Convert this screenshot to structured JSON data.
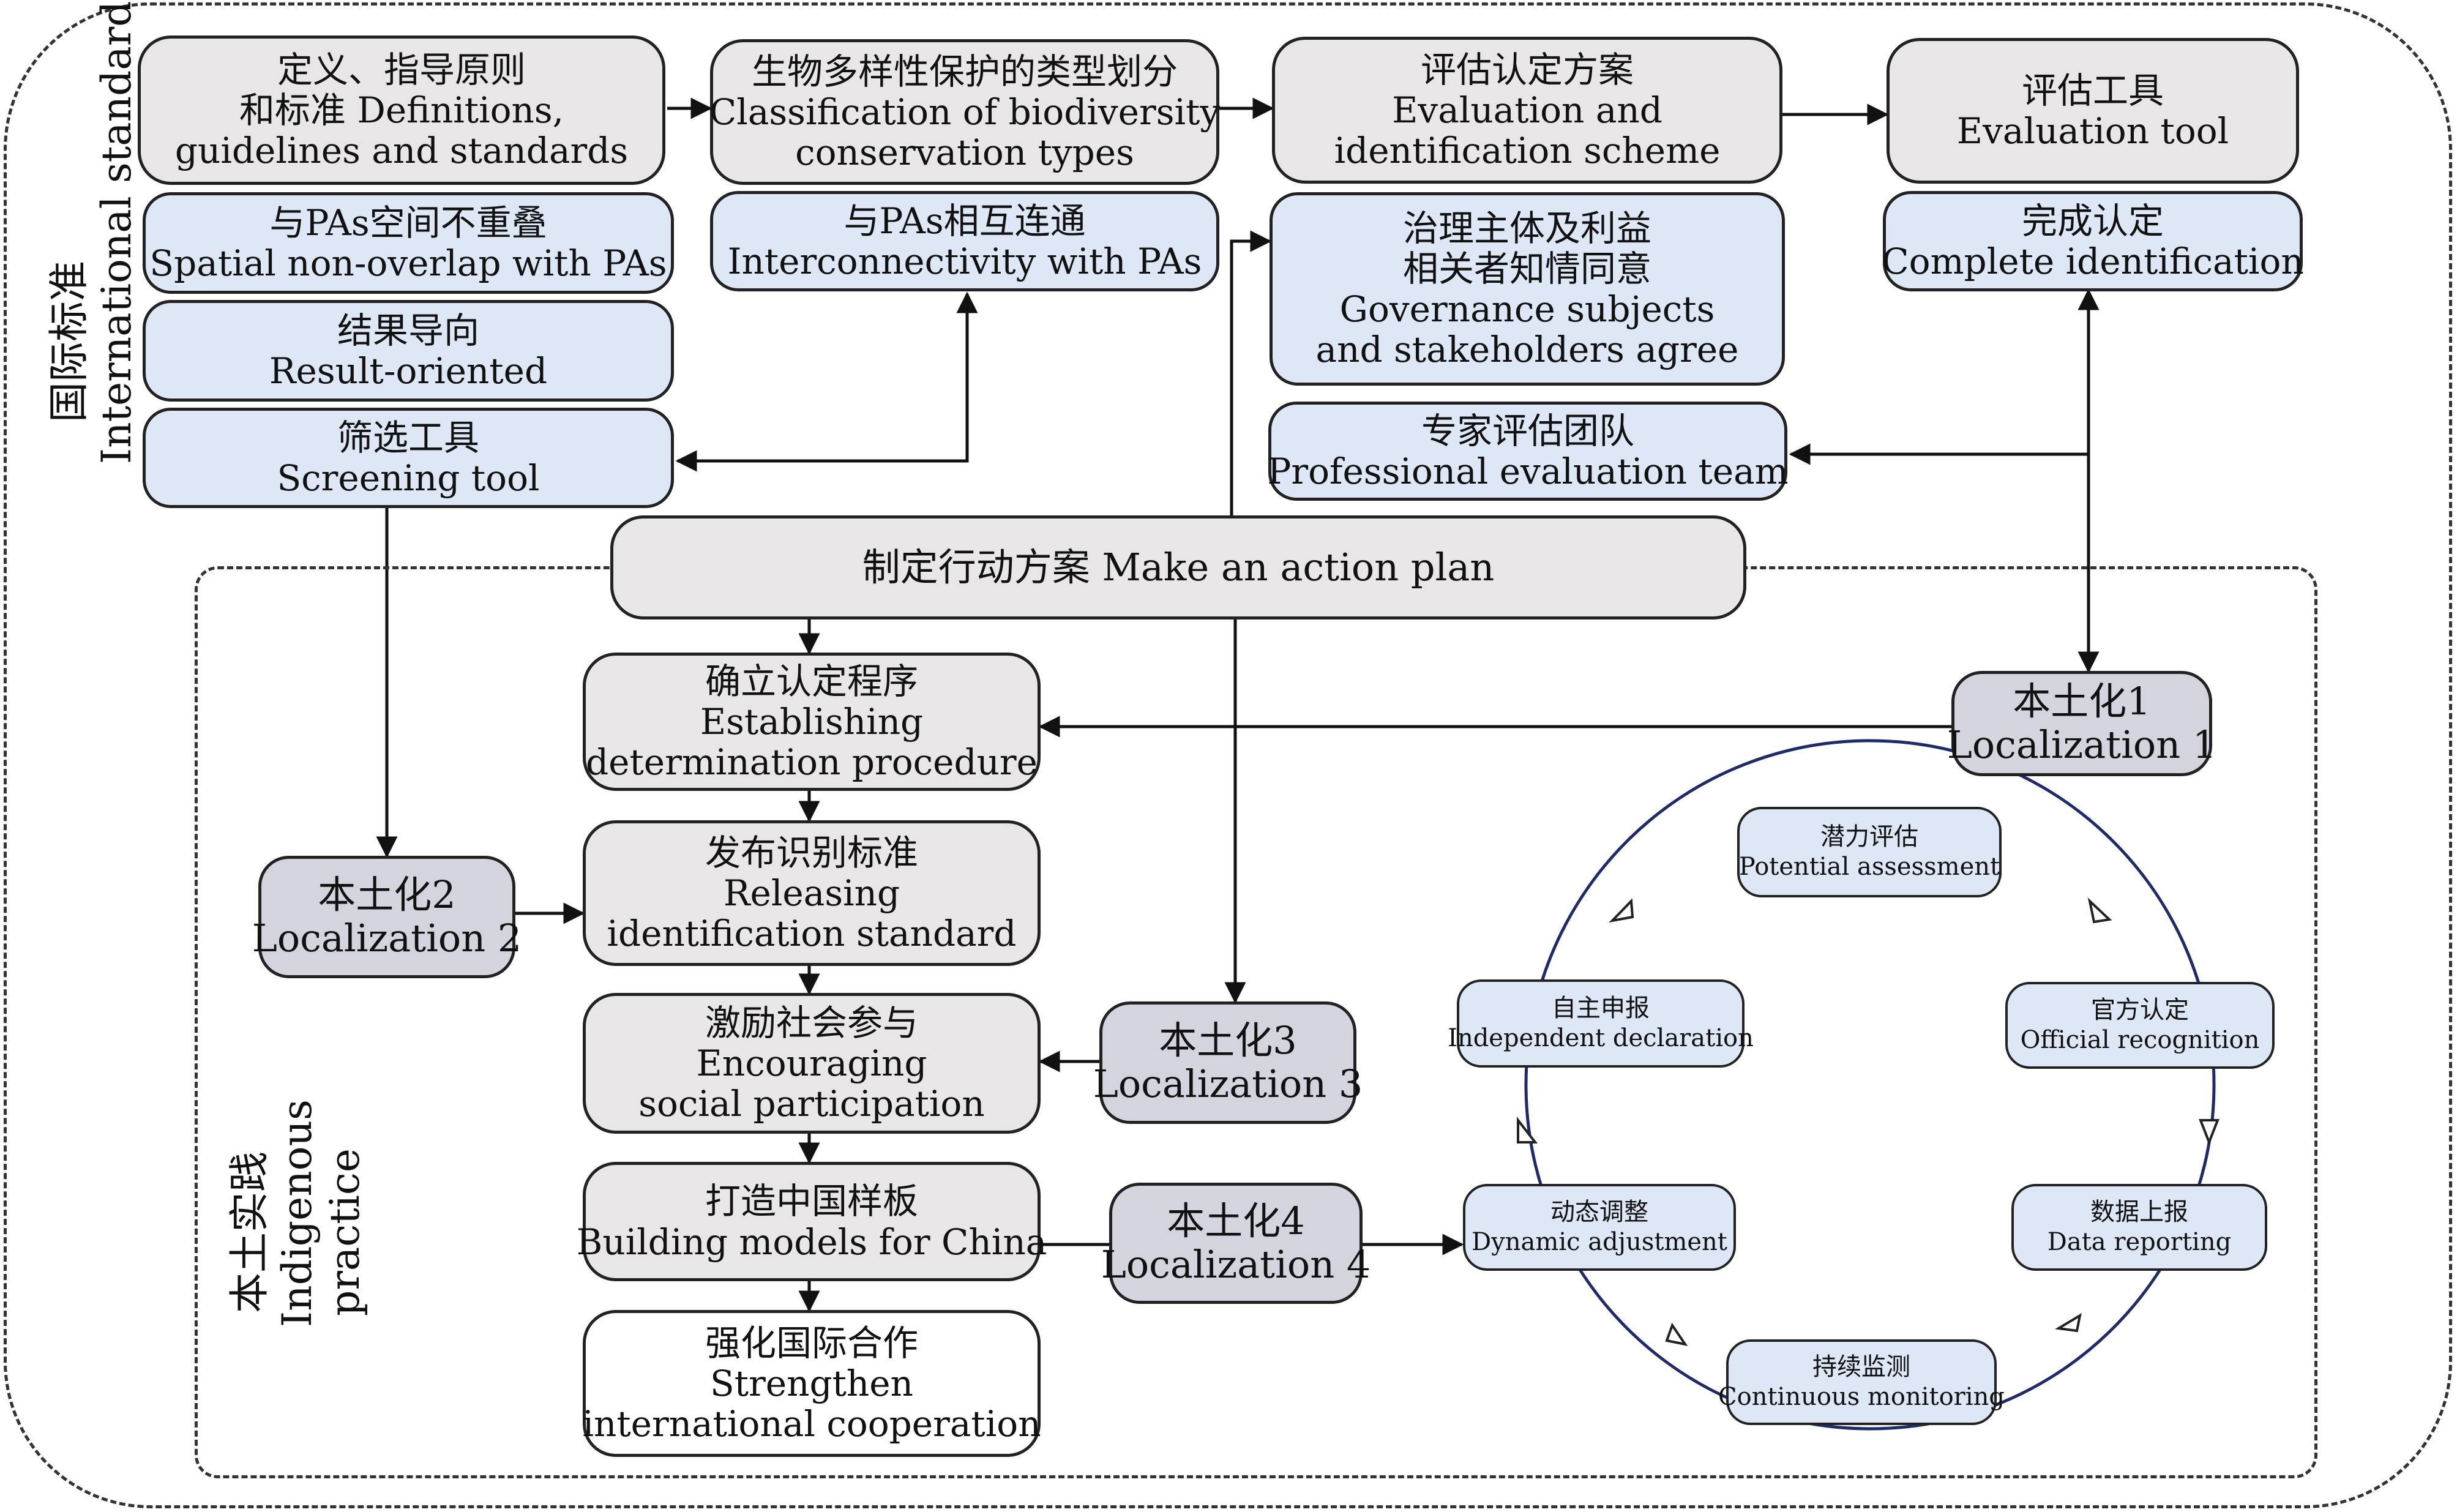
{
  "labels": {
    "international": [
      "国际标准",
      "International standard"
    ],
    "indigenous": [
      "本土实践",
      "Indigenous",
      "practice"
    ]
  },
  "top_row": {
    "definitions": [
      "定义、指导原则",
      "和标准 Definitions,",
      "guidelines and standards"
    ],
    "classification": [
      "生物多样性保护的类型划分",
      "Classification of biodiversity",
      "conservation types"
    ],
    "evaluation_scheme": [
      "评估认定方案",
      "Evaluation and",
      "identification scheme"
    ],
    "evaluation_tool": [
      "评估工具",
      "Evaluation tool"
    ]
  },
  "criteria": {
    "non_overlap": [
      "与PAs空间不重叠",
      "Spatial non-overlap with PAs"
    ],
    "result_oriented": [
      "结果导向",
      "Result-oriented"
    ],
    "screening_tool": [
      "筛选工具",
      "Screening tool"
    ],
    "interconnectivity": [
      "与PAs相互连通",
      "Interconnectivity with PAs"
    ],
    "governance": [
      "治理主体及利益",
      "相关者知情同意",
      "Governance subjects",
      "and stakeholders agree"
    ],
    "expert_team": [
      "专家评估团队",
      "Professional evaluation team"
    ],
    "complete": [
      "完成认定",
      "Complete identification"
    ]
  },
  "action_plan": "制定行动方案 Make an action plan",
  "steps": {
    "establishing": [
      "确立认定程序",
      "Establishing",
      "determination procedure"
    ],
    "releasing": [
      "发布识别标准",
      "Releasing",
      "identification standard"
    ],
    "encouraging": [
      "激励社会参与",
      "Encouraging",
      "social participation"
    ],
    "building": [
      "打造中国样板",
      "Building models for China"
    ],
    "strengthen": [
      "强化国际合作",
      "Strengthen",
      "international cooperation"
    ]
  },
  "localizations": {
    "loc1": [
      "本土化1",
      "Localization 1"
    ],
    "loc2": [
      "本土化2",
      "Localization 2"
    ],
    "loc3": [
      "本土化3",
      "Localization 3"
    ],
    "loc4": [
      "本土化4",
      "Localization 4"
    ]
  },
  "cycle": {
    "potential": [
      "潜力评估",
      "Potential assessment"
    ],
    "official": [
      "官方认定",
      "Official recognition"
    ],
    "data": [
      "数据上报",
      "Data reporting"
    ],
    "monitoring": [
      "持续监测",
      "Continuous monitoring"
    ],
    "dynamic": [
      "动态调整",
      "Dynamic adjustment"
    ],
    "independent": [
      "自主申报",
      "Independent declaration"
    ]
  },
  "colors": {
    "gray_box": "#e8e6e6",
    "blue_box": "#dde7f6",
    "localization_box": "#d3d4de",
    "cycle_ring": "#1f2a6b",
    "line": "#111111"
  }
}
